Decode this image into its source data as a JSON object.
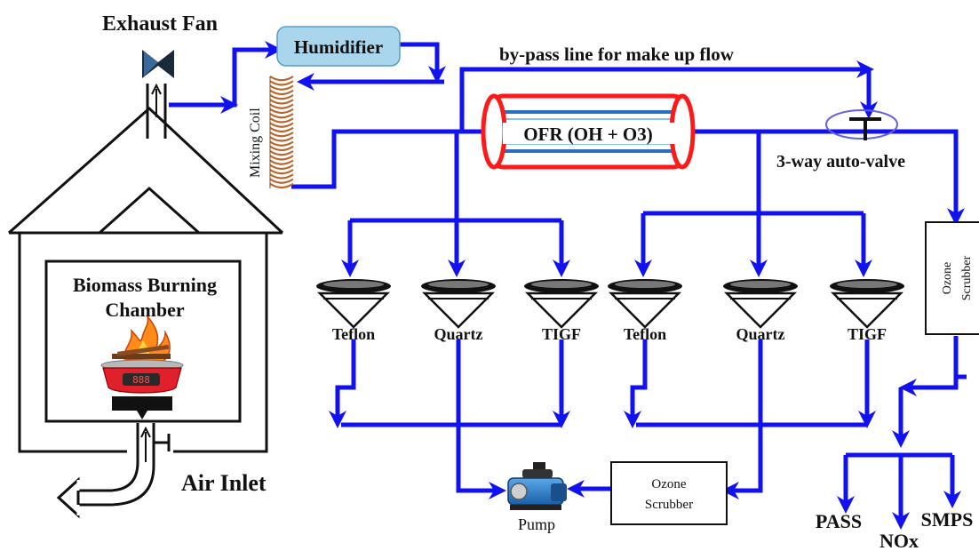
{
  "labels": {
    "exhaust_fan": "Exhaust Fan",
    "humidifier": "Humidifier",
    "bypass": "by-pass line for make up flow",
    "mixing_coil": "Mixing Coil",
    "ofr": "OFR (OH + O3)",
    "three_way_valve": "3-way auto-valve",
    "chamber_line1": "Biomass Burning",
    "chamber_line2": "Chamber",
    "heater_display": "888",
    "air_inlet": "Air Inlet",
    "ozone_scrubber_right_line1": "Ozone",
    "ozone_scrubber_right_line2": "Scrubber",
    "ozone_scrubber_bottom_line1": "Ozone",
    "ozone_scrubber_bottom_line2": "Scrubber",
    "pump": "Pump"
  },
  "filters_left": [
    "Teflon",
    "Quartz",
    "TIGF"
  ],
  "filters_right": [
    "Teflon",
    "Quartz",
    "TIGF"
  ],
  "instruments": [
    "PASS",
    "NOx",
    "SMPS"
  ],
  "colors": {
    "flow_line": "#1212f0",
    "ofr_outline": "#ff1a1a",
    "humidifier_fill": "#a9d6ec",
    "heater_red": "#e0202a"
  }
}
